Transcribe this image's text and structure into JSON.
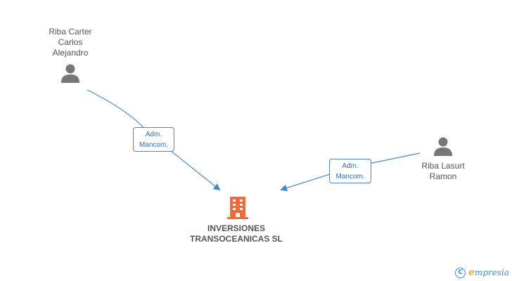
{
  "people": [
    {
      "name_lines": [
        "Riba Carter",
        "Carlos",
        "Alejandro"
      ]
    },
    {
      "name_lines": [
        "Riba Lasurt",
        "Ramon"
      ]
    }
  ],
  "relations": [
    {
      "label_lines": [
        "Adm.",
        "Mancom."
      ]
    },
    {
      "label_lines": [
        "Adm.",
        "Mancom."
      ]
    }
  ],
  "company": {
    "name_lines": [
      "INVERSIONES",
      "TRANSOCEANICAS SL"
    ]
  },
  "brand": {
    "copyright_symbol": "C",
    "first_letter": "e",
    "rest": "mpresia"
  },
  "colors": {
    "edge": "#4a86c8",
    "person_icon": "#777777",
    "company_icon": "#f26a3c",
    "brand": "#3a8bc4",
    "brand_accent": "#e8a33d"
  },
  "icons": {
    "person": "person-icon",
    "company": "building-icon",
    "copyright": "copyright-icon"
  }
}
